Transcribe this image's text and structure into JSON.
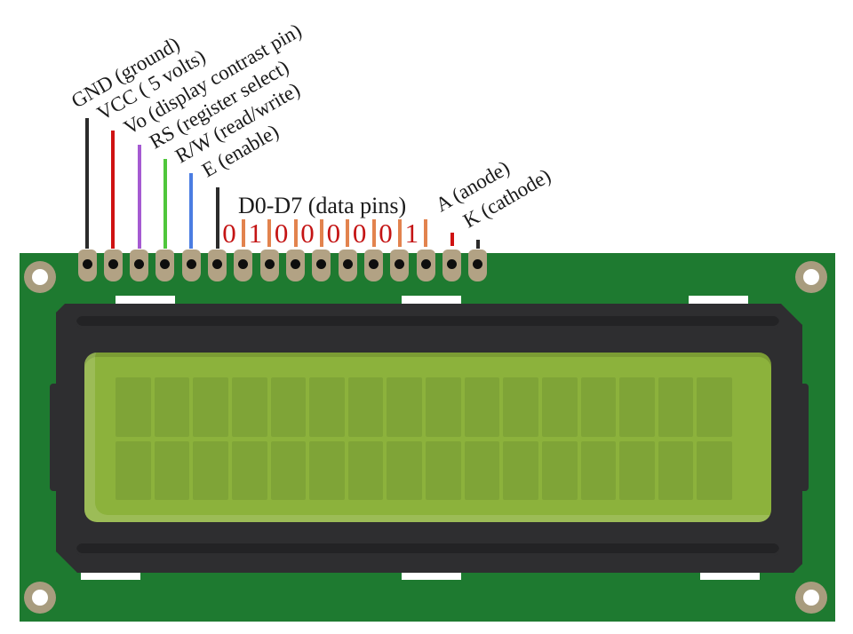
{
  "pin_labels": [
    {
      "pin": 1,
      "text": "GND (ground)",
      "line_color": "#2b2b2b"
    },
    {
      "pin": 2,
      "text": "VCC ( 5 volts)",
      "line_color": "#cf1212"
    },
    {
      "pin": 3,
      "text": "Vo (display contrast pin)",
      "line_color": "#a55ad2"
    },
    {
      "pin": 4,
      "text": "RS (register select)",
      "line_color": "#4fc63b"
    },
    {
      "pin": 5,
      "text": "R/W (read/write)",
      "line_color": "#4b7de2"
    },
    {
      "pin": 6,
      "text": "E (enable)",
      "line_color": "#2b2b2b"
    }
  ],
  "data_pins": {
    "label": "D0-D7 (data pins)",
    "bits": [
      "0",
      "1",
      "0",
      "0",
      "0",
      "0",
      "0",
      "1"
    ],
    "pins": [
      7,
      8,
      9,
      10,
      11,
      12,
      13,
      14
    ],
    "digit_color": "#c41414",
    "bar_color": "#e2834e"
  },
  "backlight_pins": [
    {
      "pin": 15,
      "text": "A (anode)",
      "line_color": "#cf1212"
    },
    {
      "pin": 16,
      "text": "K (cathode)",
      "line_color": "#2b2b2b"
    }
  ],
  "lcd": {
    "pin_count": 16,
    "character_columns": 16,
    "character_rows": 2
  },
  "colors": {
    "pcb": "#1e7a30",
    "pad": "#b2a284",
    "hole": "#0e0e0e",
    "ring": "#a89c7e",
    "bore": "#ffffff",
    "tab": "#ffffff",
    "bezel": "#2e2e30",
    "groove": "#232325",
    "screen": "#8cb23c",
    "cell": "#7fa437",
    "ink": "#1a1a1a"
  }
}
